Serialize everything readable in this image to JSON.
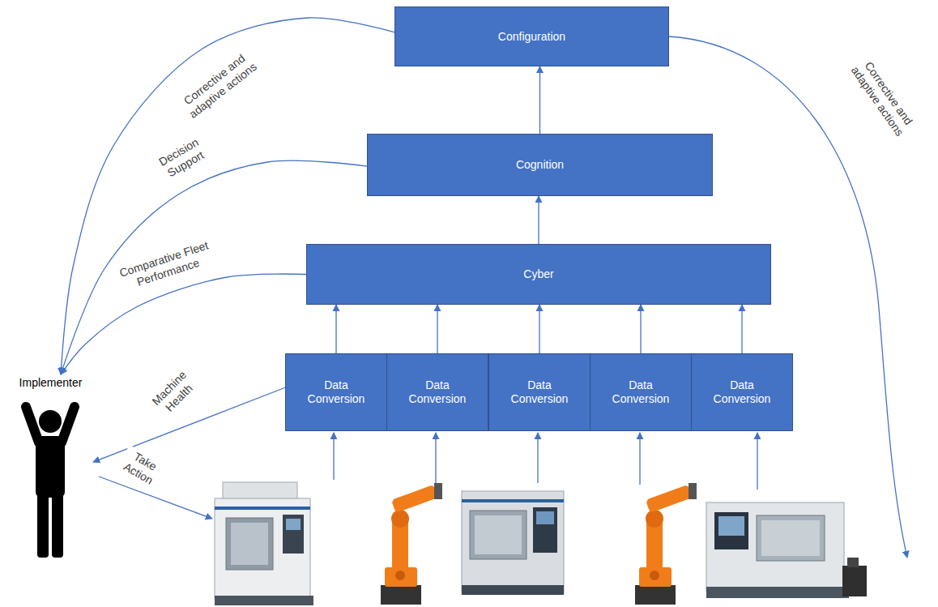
{
  "diagram": {
    "nodes": [
      {
        "text": [
          "Configuration"
        ]
      },
      {
        "text": [
          "Cognition"
        ]
      },
      {
        "text": [
          "Cyber"
        ]
      },
      {
        "text": [
          "Data Conversion"
        ]
      },
      {
        "text": [
          "Data Conversion"
        ]
      },
      {
        "text": [
          "Data Conversion"
        ]
      },
      {
        "text": [
          "Data Conversion"
        ]
      },
      {
        "text": [
          "Data Conversion"
        ]
      },
      {
        "text": [
          "Implementer"
        ]
      }
    ],
    "edges": [
      {
        "from": 3,
        "to": 2,
        "arrow": "to"
      },
      {
        "from": 4,
        "to": 2,
        "arrow": "to"
      },
      {
        "from": 5,
        "to": 2,
        "arrow": "to"
      },
      {
        "from": 6,
        "to": 2,
        "arrow": "to"
      },
      {
        "from": 7,
        "to": 2,
        "arrow": "to"
      },
      {
        "from": 2,
        "to": 1,
        "arrow": "to"
      },
      {
        "from": 1,
        "to": 0,
        "arrow": "to"
      },
      {
        "from": 0,
        "to": 8,
        "label": "Corrective and adaptive actions",
        "arrow": "to"
      },
      {
        "from": 1,
        "to": 8,
        "label": "Decision Support",
        "arrow": "to"
      },
      {
        "from": 2,
        "to": 8,
        "label": "Comparative Fleet Performance",
        "arrow": "to"
      },
      {
        "from": 3,
        "to": 8,
        "label": "Machine Health",
        "arrow": "to"
      }
    ],
    "labels": [
      "Take Action",
      "Corrective and adaptive actions"
    ]
  }
}
